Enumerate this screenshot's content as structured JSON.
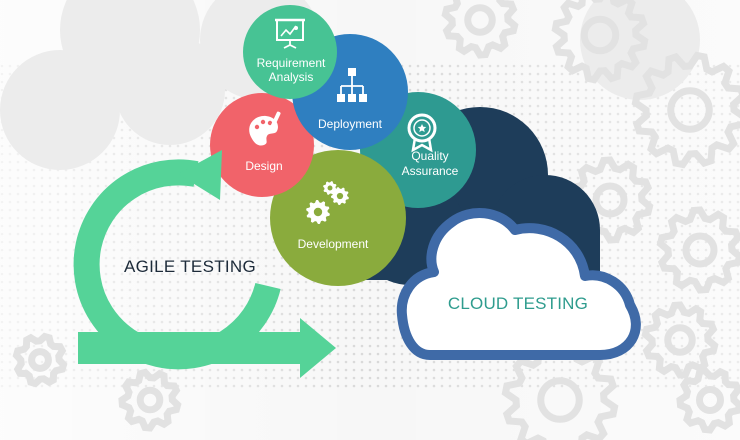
{
  "labels": {
    "agile": "AGILE TESTING",
    "cloud": "CLOUD TESTING"
  },
  "bubbles": [
    {
      "lines": [
        "Requirement",
        "Analysis"
      ],
      "color": "#47c394",
      "icon": "presentation-board-icon"
    },
    {
      "lines": [
        "Deployment"
      ],
      "color": "#2f7fc0",
      "icon": "hierarchy-icon"
    },
    {
      "lines": [
        "Quality",
        "Assurance"
      ],
      "color": "#2e9a91",
      "icon": "award-badge-icon"
    },
    {
      "lines": [
        "Design"
      ],
      "color": "#f1636a",
      "icon": "palette-brush-icon"
    },
    {
      "lines": [
        "Development"
      ],
      "color": "#8aab3d",
      "icon": "gears-icon"
    }
  ],
  "colors": {
    "agile_arrow": "#55d398",
    "dark_cloud": "#1e3d5a",
    "cloud_outline": "#3f6aa7",
    "background_gears": "#e3e3e3"
  }
}
